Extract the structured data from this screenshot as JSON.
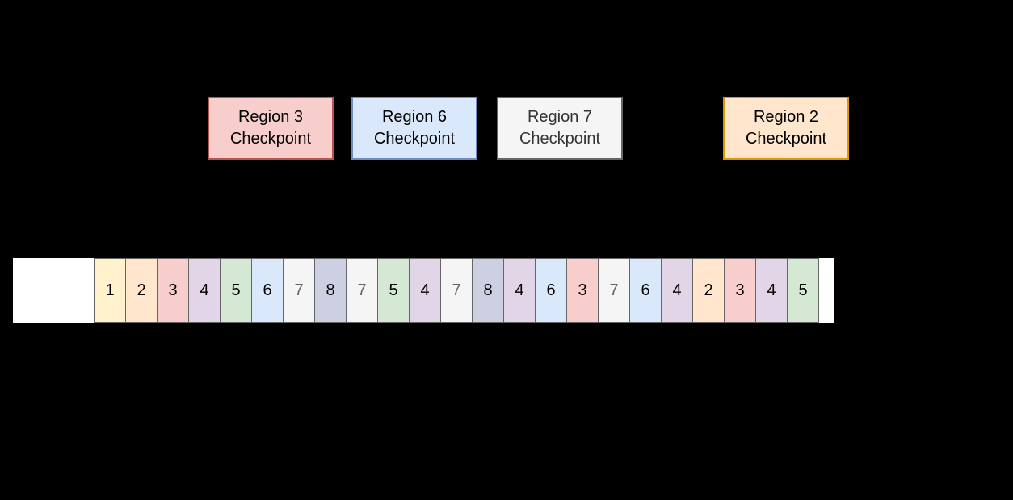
{
  "checkpoints": [
    {
      "line1": "Region 3",
      "line2": "Checkpoint",
      "bg": "#f8cecc",
      "border": "#b85450",
      "text_color": "#000000"
    },
    {
      "line1": "Region 6",
      "line2": "Checkpoint",
      "bg": "#dae8fc",
      "border": "#6c8ebf",
      "text_color": "#000000"
    },
    {
      "line1": "Region 7",
      "line2": "Checkpoint",
      "bg": "#f5f5f5",
      "border": "#666666",
      "text_color": "#333333"
    },
    {
      "line1": "Region 2",
      "line2": "Checkpoint",
      "bg": "#ffe6cc",
      "border": "#d79b00",
      "text_color": "#000000"
    }
  ],
  "strip": {
    "cells": [
      "1",
      "2",
      "3",
      "4",
      "5",
      "6",
      "7",
      "8",
      "7",
      "5",
      "4",
      "7",
      "8",
      "4",
      "6",
      "3",
      "7",
      "6",
      "4",
      "2",
      "3",
      "4",
      "5"
    ]
  },
  "region_colors": {
    "1": {
      "bg": "#fff2cc",
      "text": "#000000"
    },
    "2": {
      "bg": "#ffe6cc",
      "text": "#000000"
    },
    "3": {
      "bg": "#f8cecc",
      "text": "#000000"
    },
    "4": {
      "bg": "#e1d5e7",
      "text": "#000000"
    },
    "5": {
      "bg": "#d5e8d4",
      "text": "#000000"
    },
    "6": {
      "bg": "#dae8fc",
      "text": "#000000"
    },
    "7": {
      "bg": "#f5f5f5",
      "text": "#666666"
    },
    "8": {
      "bg": "#cdd0e3",
      "text": "#000000"
    }
  }
}
